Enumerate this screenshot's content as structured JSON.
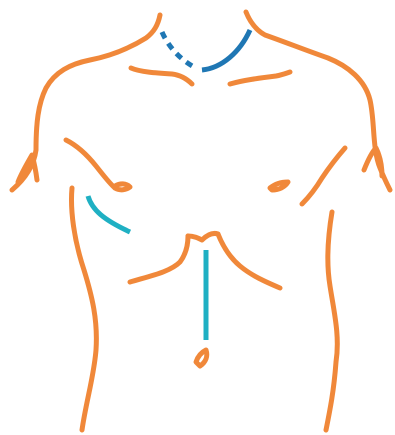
{
  "figure": {
    "subject": "anterior-torso-outline",
    "colors": {
      "body_outline": "#f0883a",
      "incision_neck": "#1f77b4",
      "incision_chest": "#1fb0c3"
    },
    "markings": [
      {
        "name": "neck-incision-dotted",
        "style": "dotted",
        "color_key": "incision_neck"
      },
      {
        "name": "neck-incision-solid",
        "style": "solid",
        "color_key": "incision_neck"
      },
      {
        "name": "right-chest-incision",
        "style": "solid",
        "color_key": "incision_chest"
      },
      {
        "name": "midline-sternal-incision",
        "style": "solid",
        "color_key": "incision_chest"
      }
    ]
  }
}
